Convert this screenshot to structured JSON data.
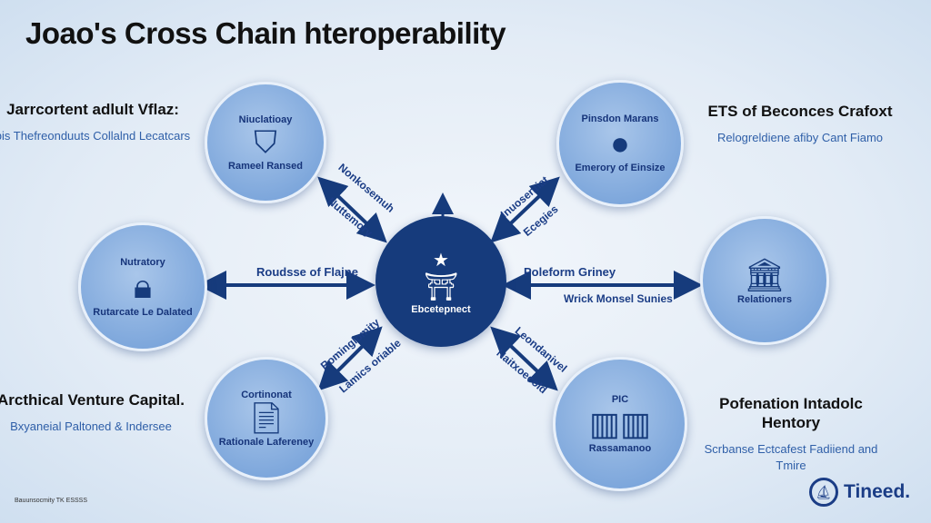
{
  "title": "Joao's Cross Chain hteroperability",
  "sides": {
    "top_left": {
      "heading": "Jarrcortent adlult Vflaz:",
      "sub": "bis Thefreonduuts Collalnd Lecatcars"
    },
    "top_right": {
      "heading": "ETS of Beconces Crafoxt",
      "sub": "Relogreldiene afiby Cant Fiamo"
    },
    "bottom_left": {
      "heading": "Arcthical Venture Capital.",
      "sub": "Bxyaneial Paltoned & Indersee"
    },
    "bottom_right": {
      "heading": "Pofenation Intadolc Hentory",
      "sub": "Scrbanse Ectcafest Fadiiend and Tmire"
    }
  },
  "nodes": {
    "center": "Ebcetepnect",
    "top_left": {
      "top": "Niuclatioay",
      "bottom": "Rameel  Ransed"
    },
    "top_right": {
      "top": "Pinsdon Marans",
      "bottom": "Emerory of Einsize"
    },
    "left": {
      "top": "Nutratory",
      "bottom": "Rutarcate Le Dalated"
    },
    "right": {
      "bottom": "Relationers"
    },
    "bottom_left": {
      "top": "Cortinonat",
      "bottom": "Rationale Lafereney"
    },
    "bottom_right": {
      "top": "PIC",
      "bottom": "Rassamanoo"
    }
  },
  "arrows": {
    "top_left": [
      "Nonkosemuh",
      "Nuttemory"
    ],
    "top_right": [
      "Inuosentiat",
      "Ecegies"
    ],
    "left": [
      "Roudsse of Flajne"
    ],
    "right": [
      "Poleform Griney",
      "Wrick Monsel Sunies"
    ],
    "bottom_left": [
      "Rominglomity",
      "Lamics oriable"
    ],
    "bottom_right": [
      "Leondanivel",
      "Naitxoecold"
    ]
  },
  "logo": "Tineed.",
  "footer": "Bauunsocmity TK ESSSS",
  "colors": {
    "accent": "#163b7c",
    "circle": "#7ea7dc"
  }
}
